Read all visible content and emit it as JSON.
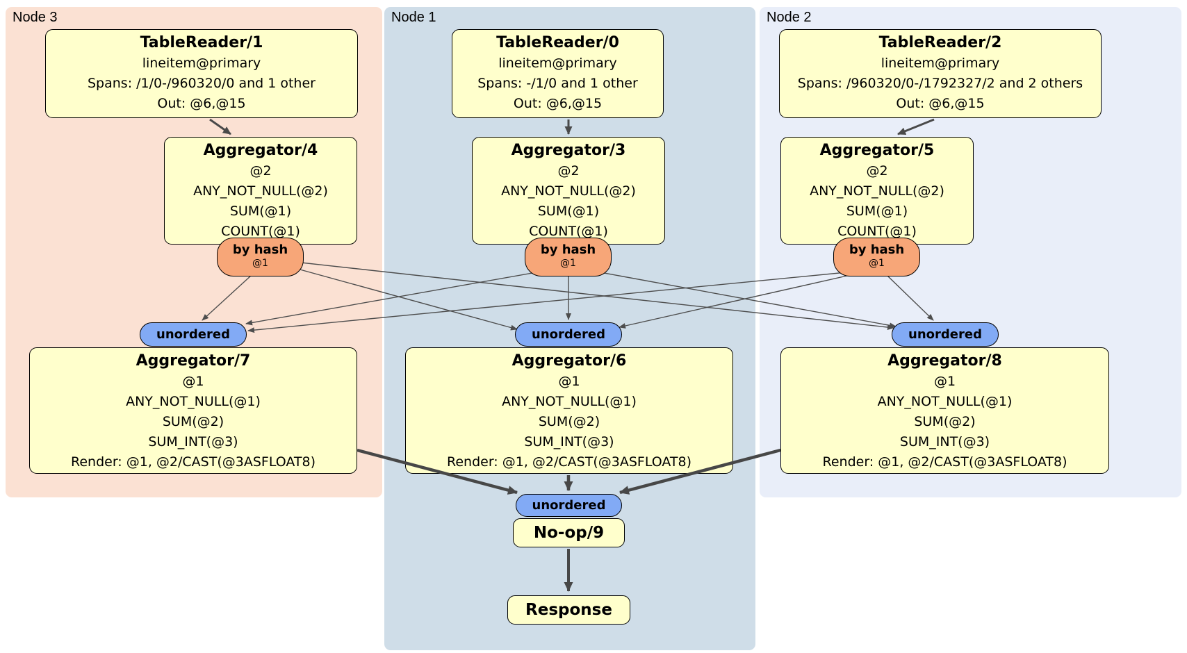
{
  "colors": {
    "region-node3": "#fbe1d3",
    "region-node1": "#cfdde8",
    "region-node2": "#e9eef9",
    "box-fill": "#ffffcc",
    "box-border": "#000000",
    "router-fill": "#f7a678",
    "sync-fill": "#82aaf5",
    "edge-color": "#4a4a4a"
  },
  "regions": {
    "node3": {
      "label": "Node 3"
    },
    "node1": {
      "label": "Node 1"
    },
    "node2": {
      "label": "Node 2"
    }
  },
  "processors": {
    "tr1": {
      "title": "TableReader/1",
      "line1": "lineitem@primary",
      "line2": "Spans: /1/0-/960320/0 and 1 other",
      "line3": "Out: @6,@15"
    },
    "tr0": {
      "title": "TableReader/0",
      "line1": "lineitem@primary",
      "line2": "Spans: -/1/0 and 1 other",
      "line3": "Out: @6,@15"
    },
    "tr2": {
      "title": "TableReader/2",
      "line1": "lineitem@primary",
      "line2": "Spans: /960320/0-/1792327/2 and 2 others",
      "line3": "Out: @6,@15"
    },
    "agg4": {
      "title": "Aggregator/4",
      "line1": "@2",
      "line2": "ANY_NOT_NULL(@2)",
      "line3": "SUM(@1)",
      "line4": "COUNT(@1)"
    },
    "agg3": {
      "title": "Aggregator/3",
      "line1": "@2",
      "line2": "ANY_NOT_NULL(@2)",
      "line3": "SUM(@1)",
      "line4": "COUNT(@1)"
    },
    "agg5": {
      "title": "Aggregator/5",
      "line1": "@2",
      "line2": "ANY_NOT_NULL(@2)",
      "line3": "SUM(@1)",
      "line4": "COUNT(@1)"
    },
    "agg7": {
      "title": "Aggregator/7",
      "line1": "@1",
      "line2": "ANY_NOT_NULL(@1)",
      "line3": "SUM(@2)",
      "line4": "SUM_INT(@3)",
      "line5": "Render: @1, @2/CAST(@3ASFLOAT8)"
    },
    "agg6": {
      "title": "Aggregator/6",
      "line1": "@1",
      "line2": "ANY_NOT_NULL(@1)",
      "line3": "SUM(@2)",
      "line4": "SUM_INT(@3)",
      "line5": "Render: @1, @2/CAST(@3ASFLOAT8)"
    },
    "agg8": {
      "title": "Aggregator/8",
      "line1": "@1",
      "line2": "ANY_NOT_NULL(@1)",
      "line3": "SUM(@2)",
      "line4": "SUM_INT(@3)",
      "line5": "Render: @1, @2/CAST(@3ASFLOAT8)"
    },
    "noop": {
      "title": "No-op/9"
    },
    "response": {
      "title": "Response"
    }
  },
  "routers": {
    "r4": {
      "label": "by hash",
      "detail": "@1"
    },
    "r3": {
      "label": "by hash",
      "detail": "@1"
    },
    "r5": {
      "label": "by hash",
      "detail": "@1"
    }
  },
  "syncs": {
    "s7": {
      "label": "unordered"
    },
    "s6": {
      "label": "unordered"
    },
    "s8": {
      "label": "unordered"
    },
    "s9": {
      "label": "unordered"
    }
  }
}
